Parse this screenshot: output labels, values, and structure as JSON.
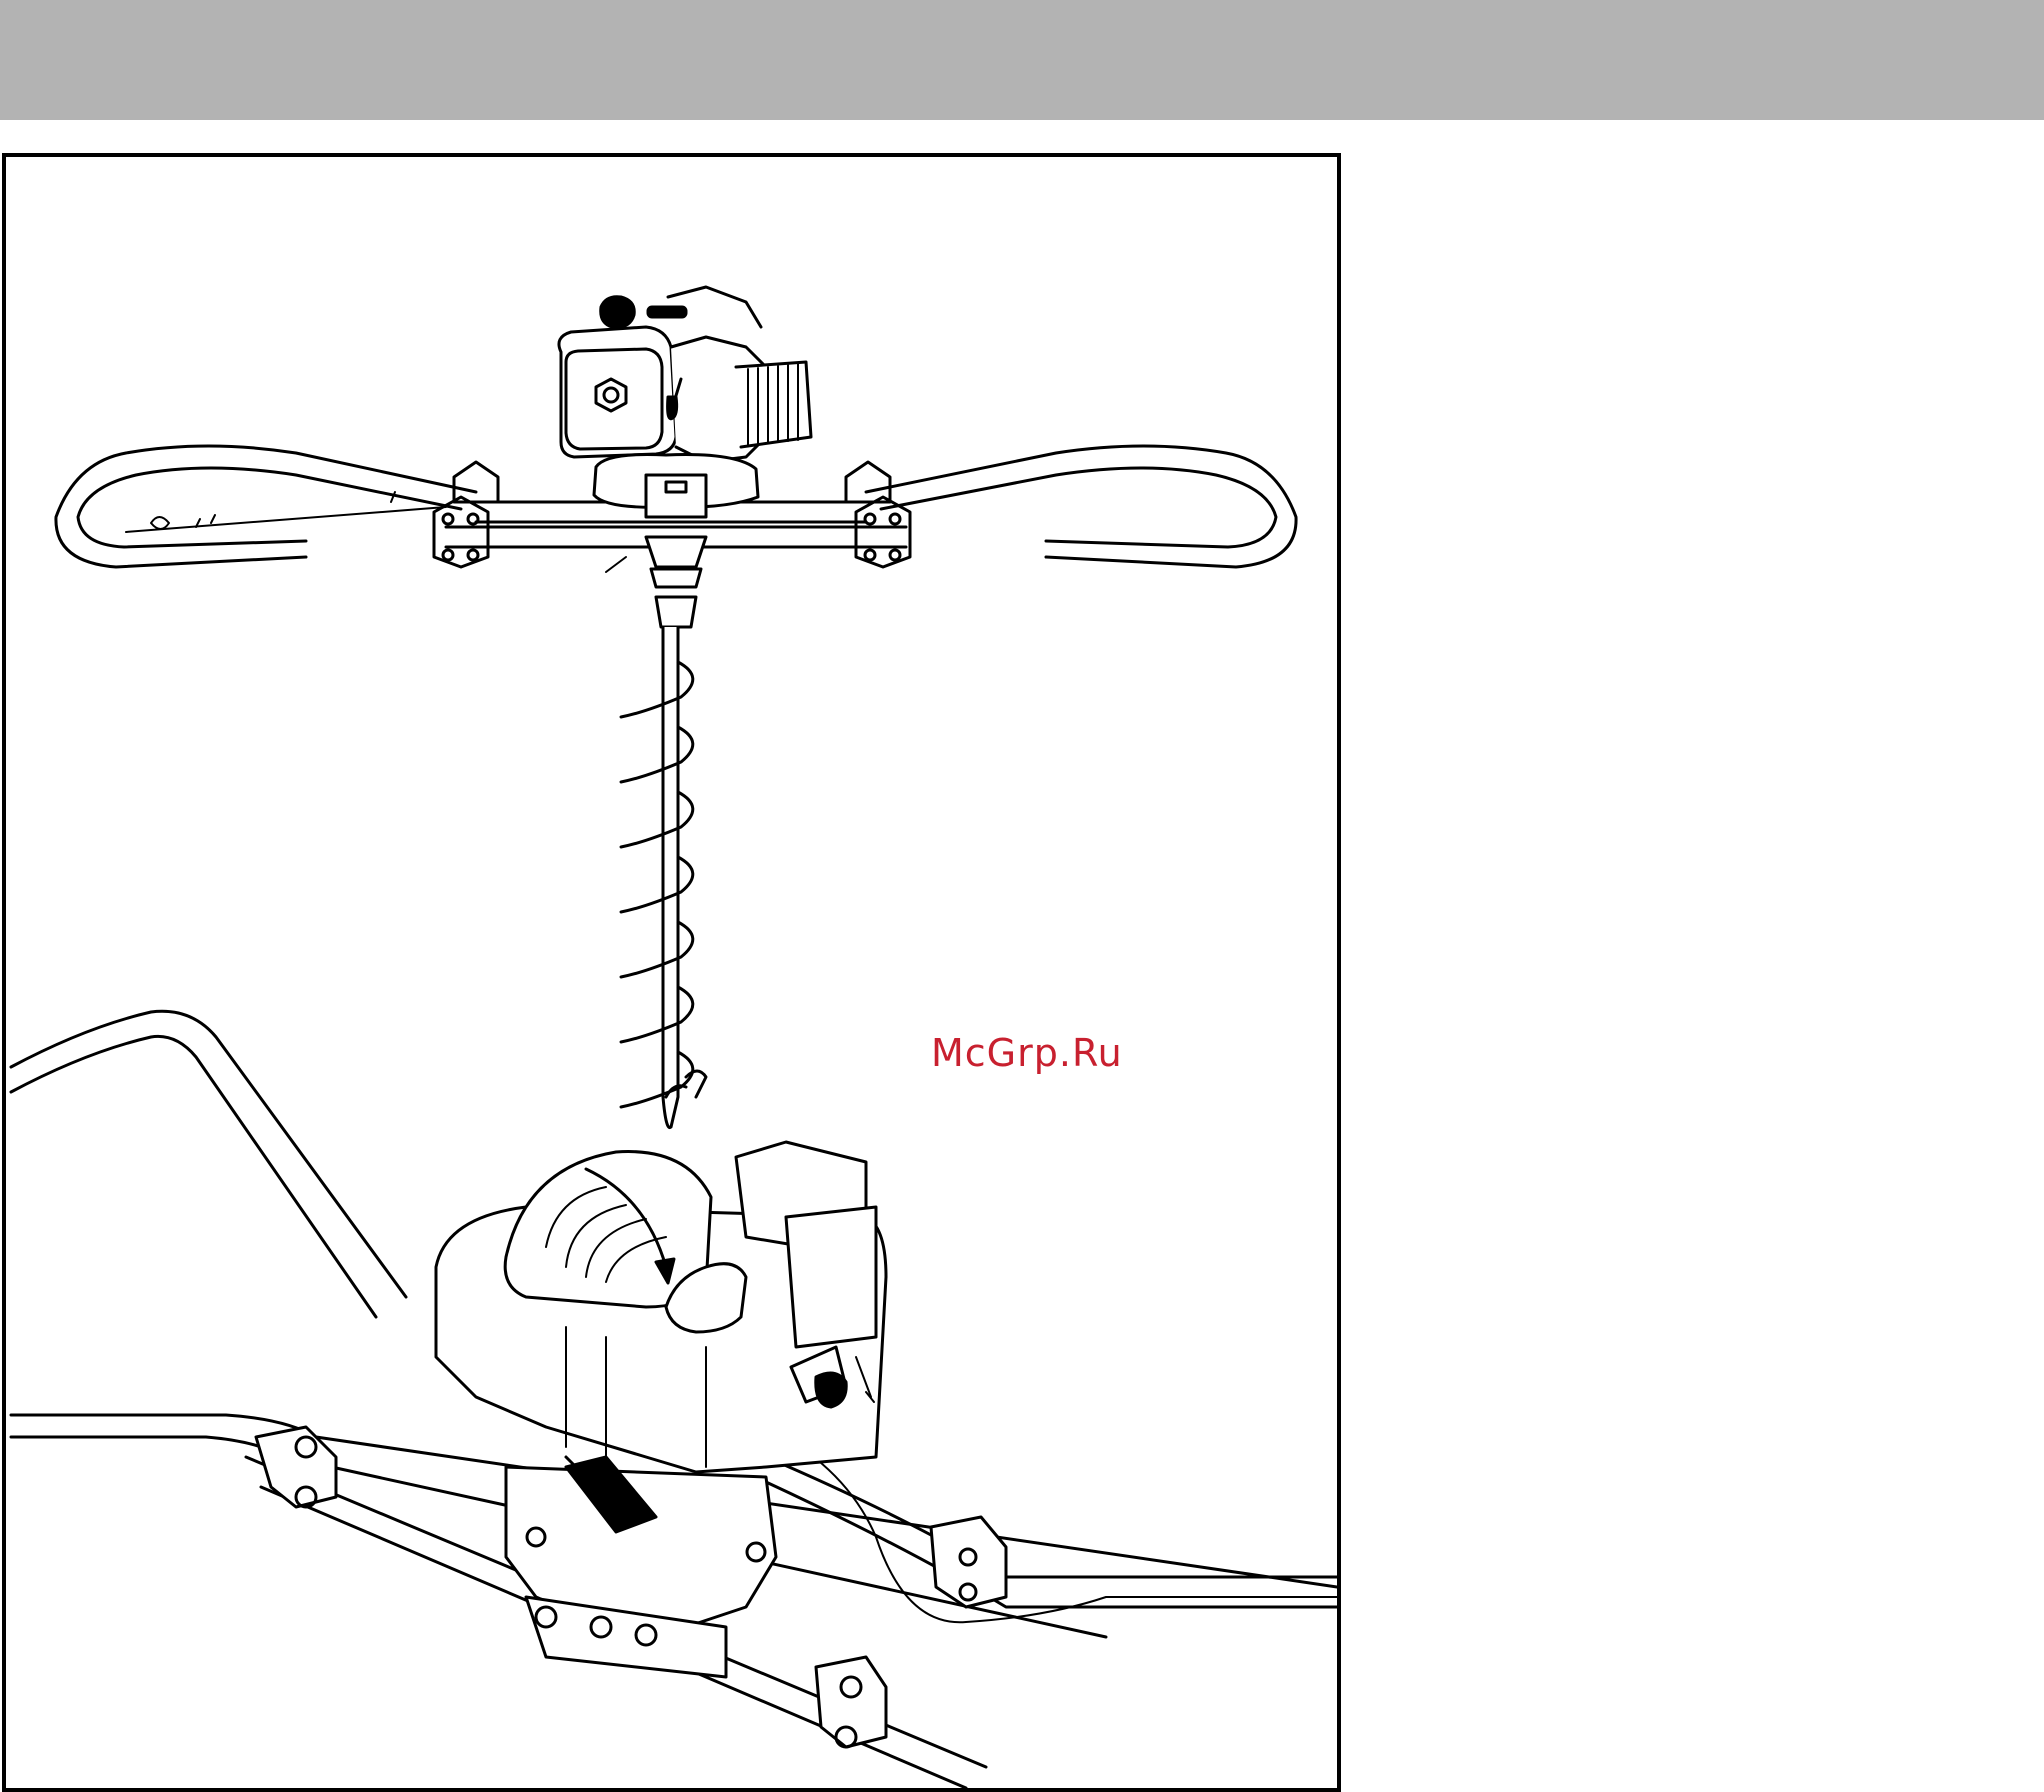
{
  "watermark": {
    "text": "McGrp.Ru",
    "color": "#c8202f"
  },
  "colors": {
    "header": "#b3b3b3",
    "line": "#000000",
    "background": "#ffffff"
  },
  "figure": {
    "subjects": [
      "earth-auger-top-view",
      "engine-detail-view"
    ]
  }
}
